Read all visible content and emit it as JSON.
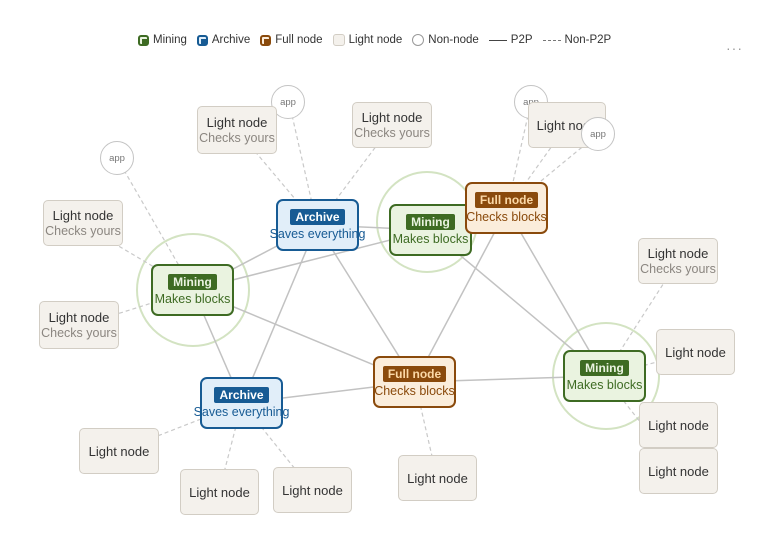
{
  "legend": {
    "mining": "Mining",
    "archive": "Archive",
    "full": "Full node",
    "light": "Light node",
    "nonnode": "Non-node",
    "p2p": "P2P",
    "nonp2p": "Non-P2P"
  },
  "menu_label": "···",
  "colors": {
    "mining": "#3e6b23",
    "archive": "#175b94",
    "full": "#8a4a0c",
    "light_border": "#d2cdc4",
    "p2p_edge": "#c2c2c2",
    "nonp2p_edge": "#c9c9c9"
  },
  "nodes": {
    "mining1": {
      "badge": "Mining",
      "sub": "Makes blocks"
    },
    "mining2": {
      "badge": "Mining",
      "sub": "Makes blocks"
    },
    "mining3": {
      "badge": "Mining",
      "sub": "Makes blocks"
    },
    "archive1": {
      "badge": "Archive",
      "sub": "Saves everything"
    },
    "archive2": {
      "badge": "Archive",
      "sub": "Saves everything"
    },
    "full1": {
      "badge": "Full node",
      "sub": "Checks blocks"
    },
    "full2": {
      "badge": "Full node",
      "sub": "Checks blocks"
    },
    "light1": {
      "title": "Light node",
      "sub": "Checks yours"
    },
    "light2": {
      "title": "Light node",
      "sub": "Checks yours"
    },
    "light3": {
      "title": "Light node"
    },
    "light4": {
      "title": "Light node",
      "sub": "Checks yours"
    },
    "light5": {
      "title": "Light node",
      "sub": "Checks yours"
    },
    "light6": {
      "title": "Light node",
      "sub": "Checks yours"
    },
    "light7": {
      "title": "Light node"
    },
    "light8": {
      "title": "Light node"
    },
    "light9": {
      "title": "Light node"
    },
    "light10": {
      "title": "Light node"
    },
    "light11": {
      "title": "Light node"
    },
    "light12": {
      "title": "Light node"
    },
    "light13": {
      "title": "Light node"
    }
  },
  "apps": {
    "app1": "app",
    "app2": "app",
    "app3": "app",
    "app4": "app"
  }
}
